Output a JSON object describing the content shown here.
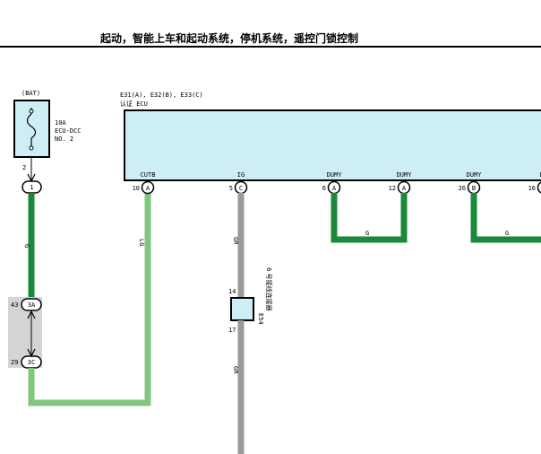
{
  "title": "起动，智能上车和起动系统，停机系统，遥控门锁控制",
  "fuse": {
    "source": "(BAT)",
    "rating": "10A",
    "name": "ECU-DCC",
    "number": "NO. 2",
    "pin_out": "2",
    "pin_circle": "1"
  },
  "ecu": {
    "connectors": "E31(A), E32(B), E33(C)",
    "name": "认证 ECU",
    "terminals": [
      {
        "name": "CUTB",
        "pin": "10",
        "conn": "A"
      },
      {
        "name": "IG",
        "pin": "5",
        "conn": "C"
      },
      {
        "name": "DUMY",
        "pin": "6",
        "conn": "A"
      },
      {
        "name": "DUMY",
        "pin": "12",
        "conn": "A"
      },
      {
        "name": "DUMY",
        "pin": "26",
        "conn": "B"
      },
      {
        "name": "DU",
        "pin": "16",
        "conn": ""
      }
    ]
  },
  "joint": {
    "pin_top": "43",
    "conn_top": "3A",
    "pin_bottom": "29",
    "conn_bottom": "3C"
  },
  "junction_connector": {
    "pin_top": "14",
    "pin_bottom": "17",
    "id": "E54",
    "name": "6 号接线连接器"
  },
  "wires": {
    "left_color_label": "G",
    "cutb_color_label": "LG",
    "ig_color_label_top": "GR",
    "ig_color_label_bottom": "GR",
    "dumy1_color_label": "G",
    "dumy2_color_label": "G"
  },
  "colors": {
    "green": "#1a8a3a",
    "light_green": "#7fc67f",
    "gray": "#9a9a9a",
    "ecu_fill": "#cdeef5",
    "joint_bg": "#d4d4d4"
  }
}
